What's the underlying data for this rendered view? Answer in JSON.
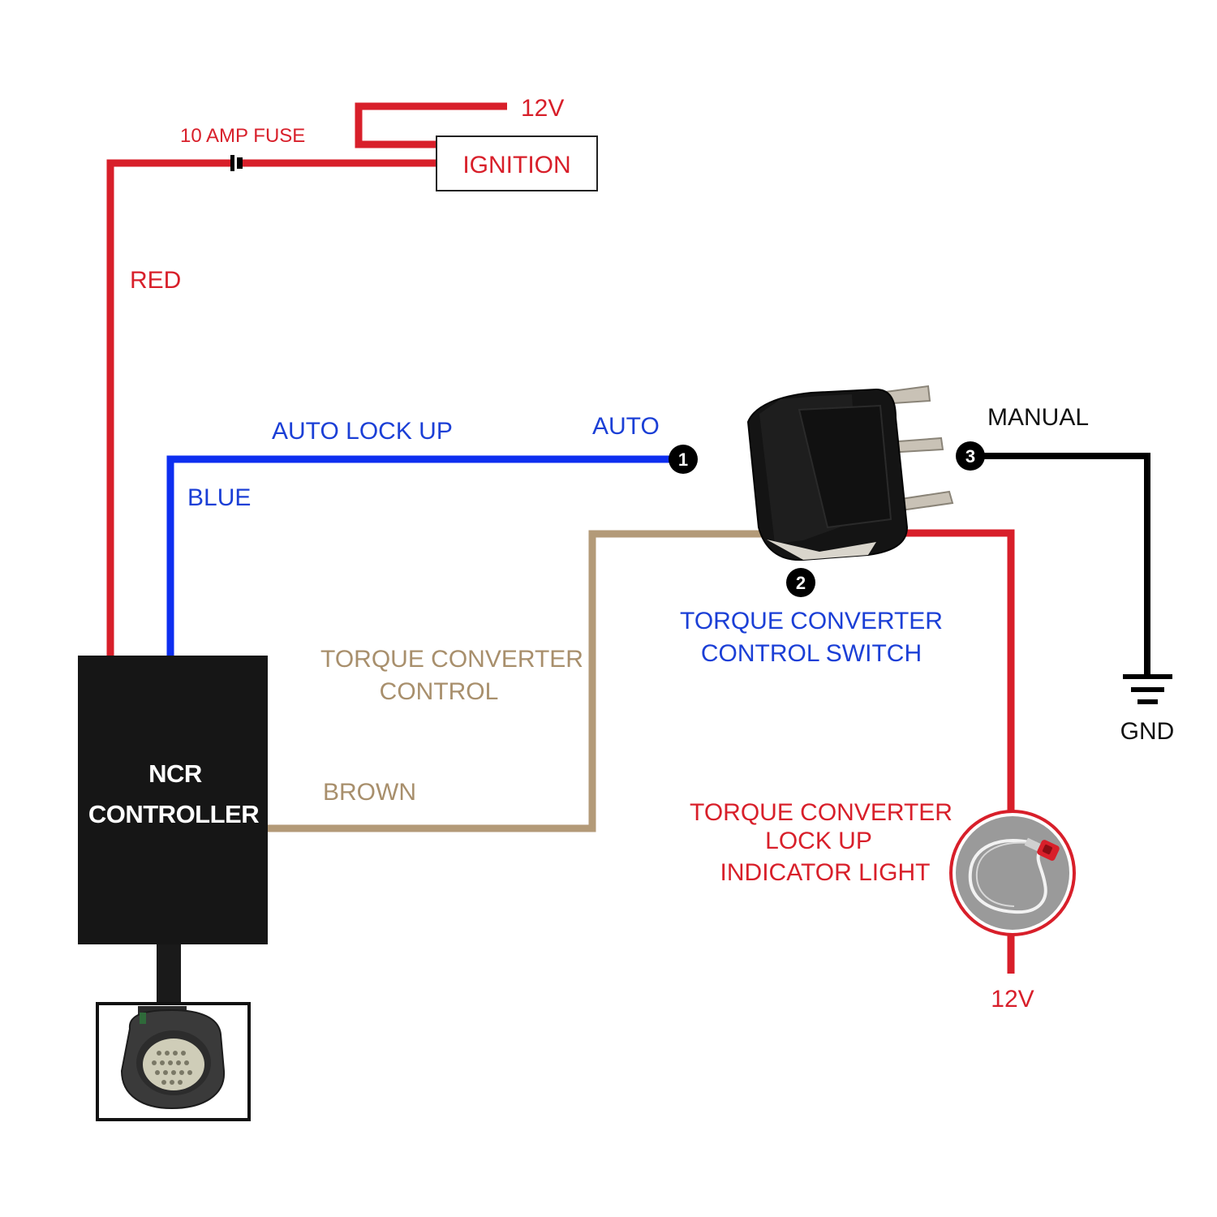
{
  "colors": {
    "red_wire": "#d81f2a",
    "blue_wire": "#0d2ef0",
    "brown_wire": "#b39a78",
    "black_wire": "#000000",
    "blue_text": "#1b3fd6",
    "brown_text": "#a88f6c",
    "background": "#ffffff"
  },
  "labels": {
    "top_12v": "12V",
    "fuse": "10 AMP FUSE",
    "ignition": "IGNITION",
    "red": "RED",
    "auto_lock_up": "AUTO LOCK UP",
    "auto": "AUTO",
    "blue": "BLUE",
    "manual": "MANUAL",
    "gnd": "GND",
    "tcc_control_line1": "TORQUE CONVERTER",
    "tcc_control_line2": "CONTROL",
    "brown": "BROWN",
    "switch_line1": "TORQUE CONVERTER",
    "switch_line2": "CONTROL SWITCH",
    "light_line1": "TORQUE CONVERTER",
    "light_line2": "LOCK UP",
    "light_line3": "INDICATOR LIGHT",
    "bottom_12v": "12V",
    "controller_line1": "NCR",
    "controller_line2": "CONTROLLER"
  },
  "terminals": {
    "t1": "1",
    "t2": "2",
    "t3": "3"
  },
  "icons": {
    "fuse": "fuse-icon",
    "ground": "ground-symbol-icon",
    "switch": "rocker-switch-icon",
    "indicator": "indicator-light-icon",
    "connector": "harness-connector-icon"
  }
}
